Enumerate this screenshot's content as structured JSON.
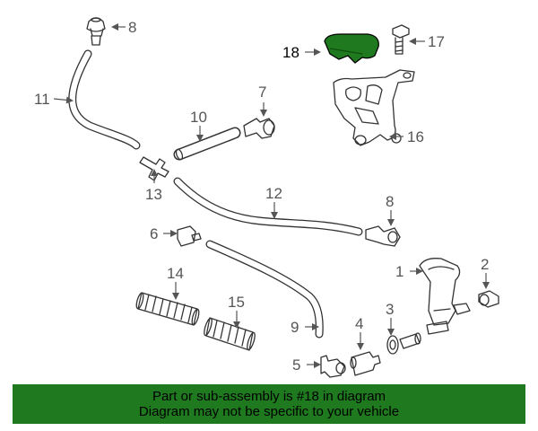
{
  "diagram": {
    "callouts": {
      "c1": "1",
      "c2": "2",
      "c3": "3",
      "c4": "4",
      "c5": "5",
      "c6": "6",
      "c7": "7",
      "c8a": "8",
      "c8b": "8",
      "c9": "9",
      "c10": "10",
      "c11": "11",
      "c12": "12",
      "c13": "13",
      "c14": "14",
      "c15": "15",
      "c16": "16",
      "c17": "17",
      "c18": "18"
    },
    "highlight_color": "#1f7a1f"
  },
  "banner": {
    "line1": "Part or sub-assembly is #18 in diagram",
    "line2": "Diagram may not be specific to your vehicle",
    "background": "#1f7a1f"
  }
}
